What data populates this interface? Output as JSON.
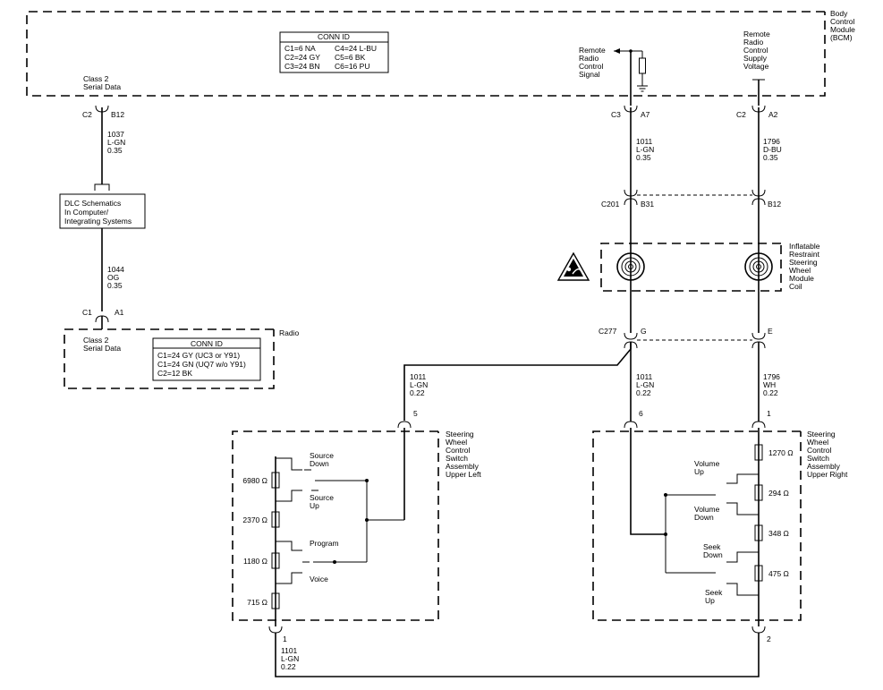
{
  "bcm": {
    "label_lines": [
      "Body",
      "Control",
      "Module",
      "(BCM)"
    ],
    "conn_id": {
      "title": "CONN ID",
      "rows": [
        [
          "C1=6 NA",
          "C4=24 L-BU"
        ],
        [
          "C2=24 GY",
          "C5=6 BK"
        ],
        [
          "C3=24 BN",
          "C6=16 PU"
        ]
      ]
    },
    "class2_lines": [
      "Class 2",
      "Serial Data"
    ],
    "remote_signal_lines": [
      "Remote",
      "Radio",
      "Control",
      "Signal"
    ],
    "remote_supply_lines": [
      "Remote",
      "Radio",
      "Control",
      "Supply",
      "Voltage"
    ]
  },
  "connectors": {
    "bcm_c2_b12": {
      "conn": "C2",
      "pin": "B12"
    },
    "bcm_c3_a7": {
      "conn": "C3",
      "pin": "A7"
    },
    "bcm_c2_a2": {
      "conn": "C2",
      "pin": "A2"
    },
    "c201_left": {
      "conn": "C201",
      "pin": "B31"
    },
    "c201_right": {
      "pin": "B12"
    },
    "c277_left": {
      "conn": "C277",
      "pin": "G"
    },
    "c277_right": {
      "pin": "E"
    },
    "radio_c1_a1": {
      "conn": "C1",
      "pin": "A1"
    },
    "upper_left_pin5": {
      "pin": "5"
    },
    "upper_right_pin6": {
      "pin": "6"
    },
    "upper_right_pin1": {
      "pin": "1"
    },
    "bottom_left_pin1": {
      "pin": "1"
    },
    "bottom_right_pin2": {
      "pin": "2"
    }
  },
  "wires": {
    "w1037": [
      "1037",
      "L-GN",
      "0.35"
    ],
    "w1044": [
      "1044",
      "OG",
      "0.35"
    ],
    "w1011_top": [
      "1011",
      "L-GN",
      "0.35"
    ],
    "w1796_top": [
      "1796",
      "D-BU",
      "0.35"
    ],
    "w1011_mid": [
      "1011",
      "L-GN",
      "0.22"
    ],
    "w1011_left": [
      "1011",
      "L-GN",
      "0.22"
    ],
    "w1796_mid": [
      "1796",
      "WH",
      "0.22"
    ],
    "w1101": [
      "1101",
      "L-GN",
      "0.22"
    ]
  },
  "dlc": {
    "lines": [
      "DLC Schematics",
      "In Computer/",
      "Integrating Systems"
    ]
  },
  "radio": {
    "label": "Radio",
    "class2_lines": [
      "Class 2",
      "Serial Data"
    ],
    "conn_id": {
      "title": "CONN ID",
      "rows": [
        "C1=24 GY (UC3 or Y91)",
        "C1=24 GN (UQ7 w/o Y91)",
        "C2=12 BK"
      ]
    }
  },
  "coil": {
    "label_lines": [
      "Inflatable",
      "Restraint",
      "Steering",
      "Wheel",
      "Module",
      "Coil"
    ]
  },
  "switch_left": {
    "label_lines": [
      "Steering",
      "Wheel",
      "Control",
      "Switch",
      "Assembly",
      "Upper Left"
    ],
    "resistors": [
      "6980 Ω",
      "2370 Ω",
      "1180 Ω",
      "715 Ω"
    ],
    "switches": [
      [
        "Source",
        "Down"
      ],
      [
        "Source",
        "Up"
      ],
      [
        "Program"
      ],
      [
        "Voice"
      ]
    ]
  },
  "switch_right": {
    "label_lines": [
      "Steering",
      "Wheel",
      "Control",
      "Switch",
      "Assembly",
      "Upper Right"
    ],
    "resistors": [
      "1270 Ω",
      "294 Ω",
      "348 Ω",
      "475 Ω"
    ],
    "switches": [
      [
        "Volume",
        "Up"
      ],
      [
        "Volume",
        "Down"
      ],
      [
        "Seek",
        "Down"
      ],
      [
        "Seek",
        "Up"
      ]
    ]
  }
}
